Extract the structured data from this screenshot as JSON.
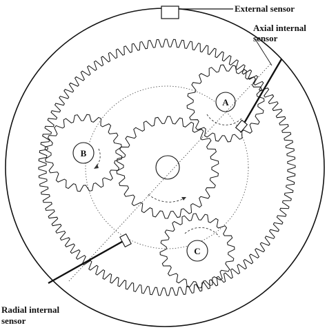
{
  "labels": {
    "external_sensor": "External sensor",
    "axial_sensor_line1": "Axial internal",
    "axial_sensor_line2": "sensor",
    "radial_sensor_line1": "Radial internal",
    "radial_sensor_line2": "sensor"
  },
  "gears": [
    {
      "id": "sun",
      "label": ""
    },
    {
      "id": "planet-a",
      "label": "A"
    },
    {
      "id": "planet-b",
      "label": "B"
    },
    {
      "id": "planet-c",
      "label": "C"
    }
  ]
}
